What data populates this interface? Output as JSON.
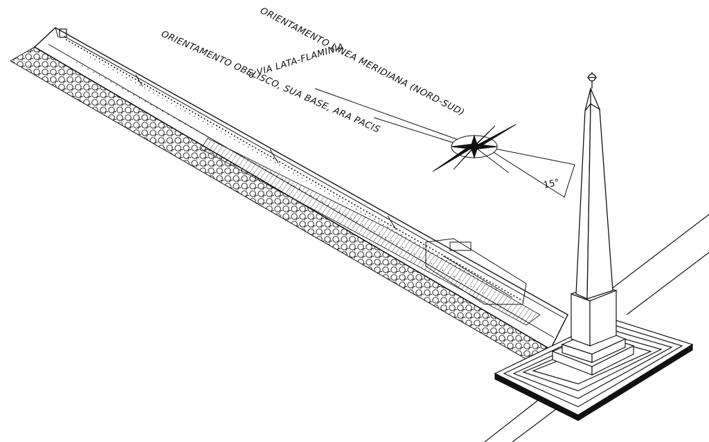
{
  "labels": {
    "meridian_orientation": "ORIENTAMENTO LINEA MERIDIANA (NORD-SUD)",
    "obelisk_orientation": "ORIENTAMENTO OBELISCO, SUA BASE, ARA PACIS",
    "via_lata": "e VIA LATA-FLAMINIA",
    "angle": "15°"
  },
  "colors": {
    "ink": "#111111",
    "paper": "#ffffff"
  },
  "icons": {
    "compass": "compass-rose-icon"
  }
}
